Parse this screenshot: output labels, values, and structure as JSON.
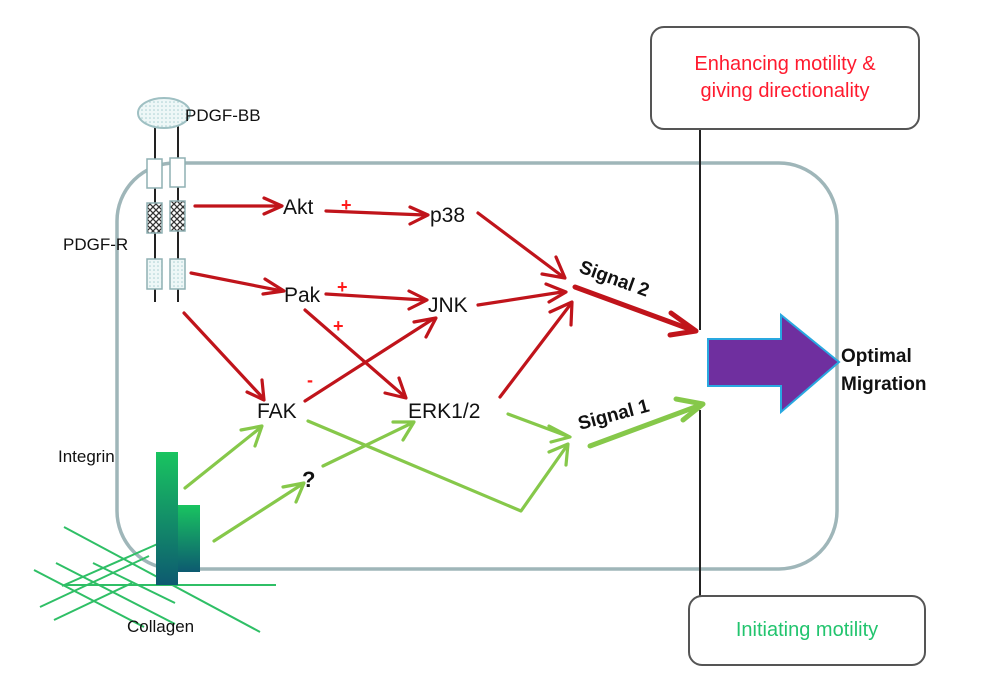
{
  "colors": {
    "inhibit_path": "#c0141b",
    "integrin_path": "#86c84a",
    "cell_membrane": "#9fb6b9",
    "outcome_arrow": "#6f2f9f",
    "outcome_arrow_border": "#29a8e0",
    "callout_top_text": "#ff1a2e",
    "callout_bottom_text": "#22c46e",
    "plus_sign": "#ff1a1a"
  },
  "labels": {
    "ligand": "PDGF-BB",
    "receptor": "PDGF-R",
    "integrin": "Integrin",
    "collagen": "Collagen",
    "unknown": "?"
  },
  "nodes": {
    "akt": "Akt",
    "p38": "p38",
    "pak": "Pak",
    "jnk": "JNK",
    "fak": "FAK",
    "erk": "ERK1/2"
  },
  "signals": {
    "signal2": "Signal 2",
    "signal1": "Signal 1"
  },
  "modifiers": {
    "akt_p38": "+",
    "pak_jnk": "+",
    "pak_erk": "+",
    "fak_jnk": "-"
  },
  "callouts": {
    "top_line1": "Enhancing motility &",
    "top_line2": "giving directionality",
    "bottom": "Initiating motility"
  },
  "outcome": {
    "line1": "Optimal",
    "line2": "Migration"
  }
}
